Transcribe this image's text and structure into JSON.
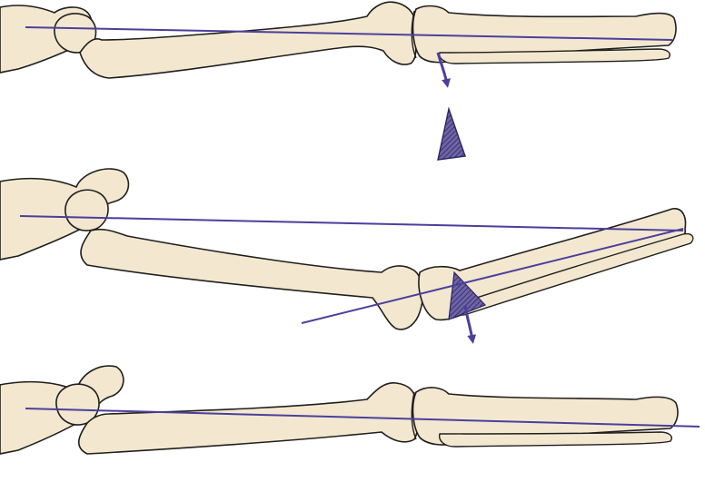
{
  "figure": {
    "panels": [
      {
        "id": "panel-1",
        "description": "straight-leg"
      },
      {
        "id": "panel-2",
        "description": "angulated-leg"
      },
      {
        "id": "panel-3",
        "description": "corrected-leg"
      }
    ]
  },
  "colors": {
    "bone_fill": "#f3e8cf",
    "bone_outline": "#1f1f1f",
    "axis_line": "#4b3f9b",
    "arrow": "#4b3f9b",
    "wedge_fill": "#6e64a6",
    "background": "#ffffff"
  },
  "icons": {
    "arrow": "down-arrow-icon",
    "wedge": "wedge-icon"
  }
}
